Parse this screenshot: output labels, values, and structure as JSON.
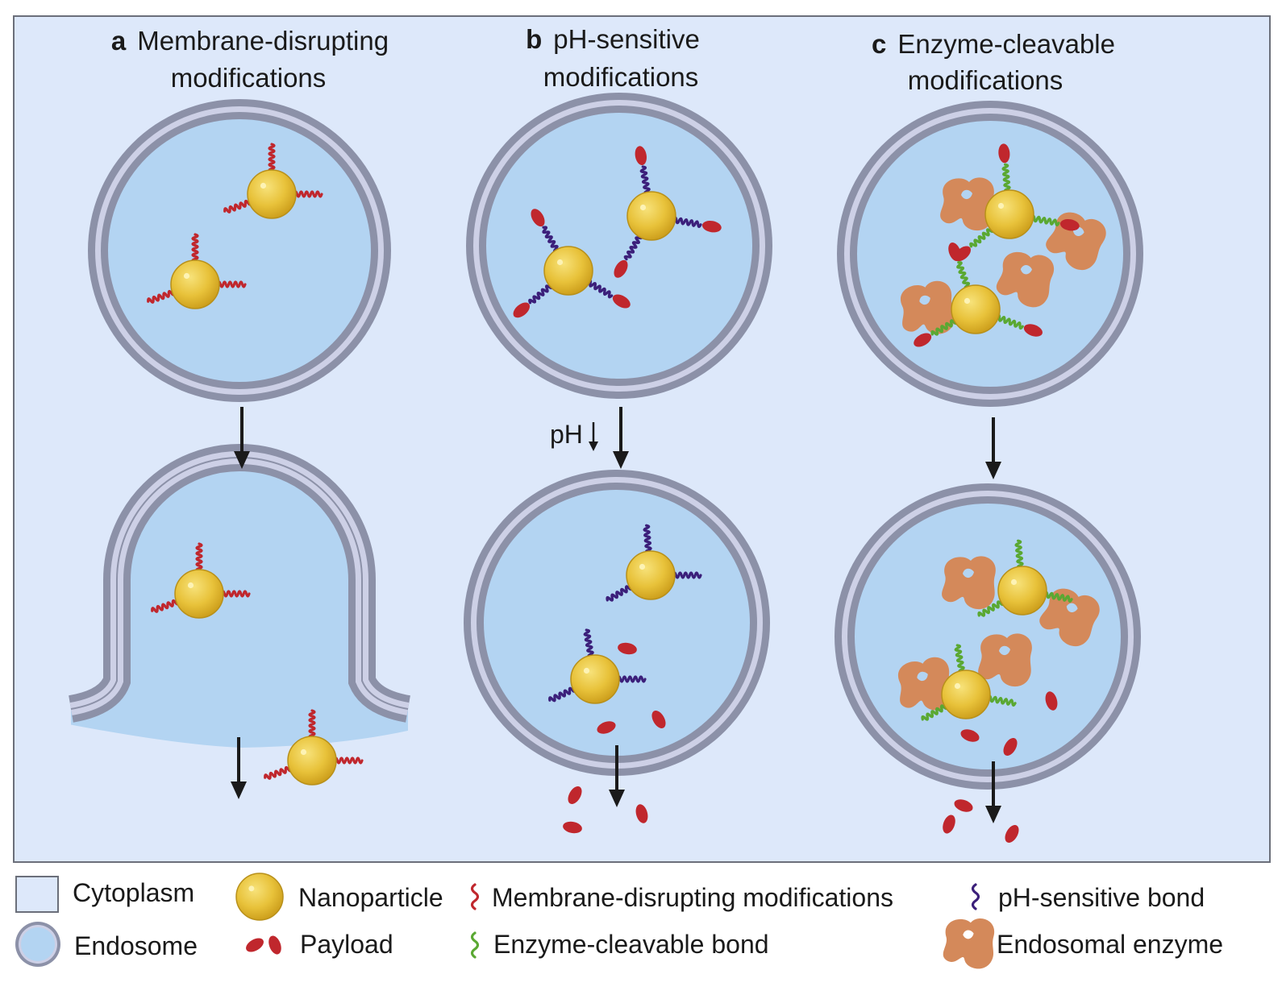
{
  "panels": [
    {
      "letter": "a",
      "title_line1": "Membrane-disrupting",
      "title_line2": "modifications"
    },
    {
      "letter": "b",
      "title_line1": "pH-sensitive",
      "title_line2": "modifications"
    },
    {
      "letter": "c",
      "title_line1": "Enzyme-cleavable",
      "title_line2": "modifications"
    }
  ],
  "ph_label": "pH",
  "legend": {
    "cytoplasm": "Cytoplasm",
    "endosome": "Endosome",
    "nanoparticle": "Nanoparticle",
    "payload": "Payload",
    "membrane_disrupting": "Membrane-disrupting modifications",
    "enzyme_cleavable": "Enzyme-cleavable bond",
    "ph_sensitive": "pH-sensitive bond",
    "endosomal_enzyme": "Endosomal enzyme"
  },
  "colors": {
    "cytoplasm": "#dde8fa",
    "endosome": "#b3d4f2",
    "membrane": "#8c91a8",
    "membrane_light": "#cdd0e6",
    "nanoparticle": "#e8c23a",
    "payload": "#c0272d",
    "membrane_disrupting": "#c0272d",
    "ph_bond": "#3b1f7a",
    "enzyme_bond": "#5aa832",
    "enzyme": "#d4895a"
  }
}
